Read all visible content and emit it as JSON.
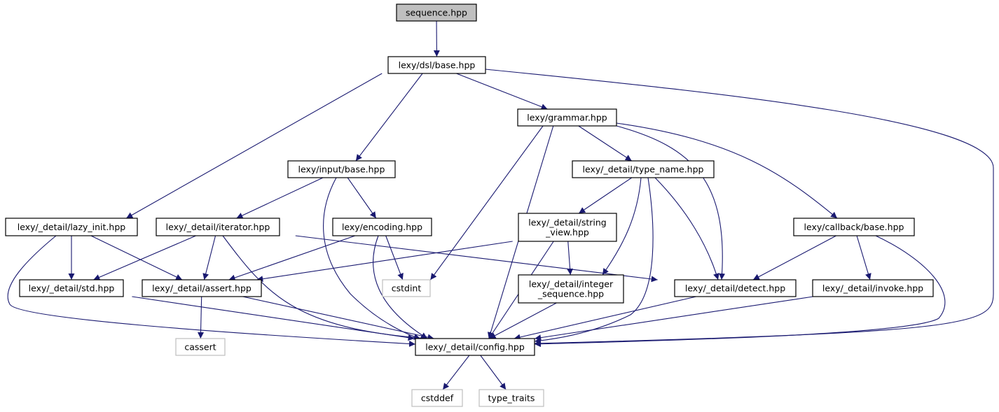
{
  "graph": {
    "edge_color": "#191970",
    "root_fill": "#bfbfbf",
    "nodes": [
      {
        "id": "sequence",
        "label": "sequence.hpp",
        "kind": "root"
      },
      {
        "id": "dslbase",
        "label": "lexy/dsl/base.hpp",
        "kind": "file"
      },
      {
        "id": "grammar",
        "label": "lexy/grammar.hpp",
        "kind": "file"
      },
      {
        "id": "inputbase",
        "label": "lexy/input/base.hpp",
        "kind": "file"
      },
      {
        "id": "typename",
        "label": "lexy/_detail/type_name.hpp",
        "kind": "file"
      },
      {
        "id": "lazyinit",
        "label": "lexy/_detail/lazy_init.hpp",
        "kind": "file"
      },
      {
        "id": "iterator",
        "label": "lexy/_detail/iterator.hpp",
        "kind": "file"
      },
      {
        "id": "encoding",
        "label": "lexy/encoding.hpp",
        "kind": "file"
      },
      {
        "id": "stringview",
        "label": "lexy/_detail/string\n_view.hpp",
        "kind": "file"
      },
      {
        "id": "callbackbase",
        "label": "lexy/callback/base.hpp",
        "kind": "file"
      },
      {
        "id": "std",
        "label": "lexy/_detail/std.hpp",
        "kind": "file"
      },
      {
        "id": "assert",
        "label": "lexy/_detail/assert.hpp",
        "kind": "file"
      },
      {
        "id": "cstdint",
        "label": "cstdint",
        "kind": "external"
      },
      {
        "id": "intseq",
        "label": "lexy/_detail/integer\n_sequence.hpp",
        "kind": "file"
      },
      {
        "id": "detect",
        "label": "lexy/_detail/detect.hpp",
        "kind": "file"
      },
      {
        "id": "invoke",
        "label": "lexy/_detail/invoke.hpp",
        "kind": "file"
      },
      {
        "id": "cassert",
        "label": "cassert",
        "kind": "external"
      },
      {
        "id": "config",
        "label": "lexy/_detail/config.hpp",
        "kind": "file"
      },
      {
        "id": "cstddef",
        "label": "cstddef",
        "kind": "external"
      },
      {
        "id": "typetraits",
        "label": "type_traits",
        "kind": "external"
      }
    ],
    "edges": [
      [
        "sequence",
        "dslbase"
      ],
      [
        "dslbase",
        "grammar"
      ],
      [
        "dslbase",
        "inputbase"
      ],
      [
        "dslbase",
        "lazyinit"
      ],
      [
        "dslbase",
        "config"
      ],
      [
        "grammar",
        "typename"
      ],
      [
        "grammar",
        "cstdint"
      ],
      [
        "grammar",
        "config"
      ],
      [
        "grammar",
        "detect"
      ],
      [
        "grammar",
        "callbackbase"
      ],
      [
        "inputbase",
        "iterator"
      ],
      [
        "inputbase",
        "encoding"
      ],
      [
        "inputbase",
        "config"
      ],
      [
        "typename",
        "stringview"
      ],
      [
        "typename",
        "intseq"
      ],
      [
        "typename",
        "detect"
      ],
      [
        "typename",
        "config"
      ],
      [
        "lazyinit",
        "std"
      ],
      [
        "lazyinit",
        "assert"
      ],
      [
        "lazyinit",
        "config"
      ],
      [
        "iterator",
        "std"
      ],
      [
        "iterator",
        "assert"
      ],
      [
        "iterator",
        "config"
      ],
      [
        "iterator",
        "detect"
      ],
      [
        "encoding",
        "assert"
      ],
      [
        "encoding",
        "cstdint"
      ],
      [
        "encoding",
        "config"
      ],
      [
        "stringview",
        "assert"
      ],
      [
        "stringview",
        "intseq"
      ],
      [
        "stringview",
        "config"
      ],
      [
        "callbackbase",
        "detect"
      ],
      [
        "callbackbase",
        "invoke"
      ],
      [
        "callbackbase",
        "config"
      ],
      [
        "std",
        "config"
      ],
      [
        "assert",
        "cassert"
      ],
      [
        "assert",
        "config"
      ],
      [
        "intseq",
        "config"
      ],
      [
        "detect",
        "config"
      ],
      [
        "invoke",
        "config"
      ],
      [
        "config",
        "cstddef"
      ],
      [
        "config",
        "typetraits"
      ]
    ]
  }
}
